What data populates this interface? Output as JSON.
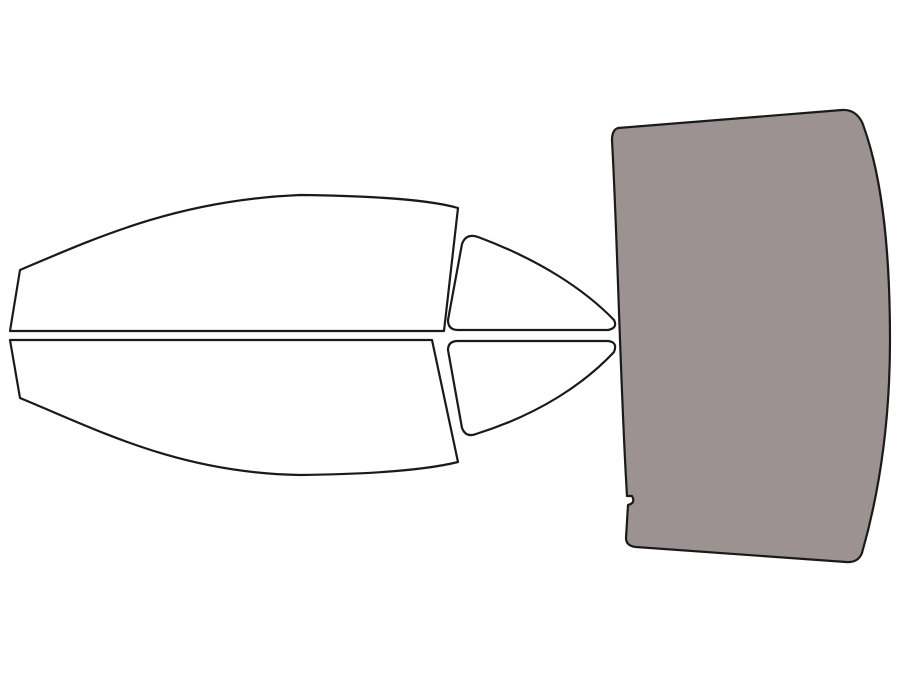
{
  "diagram": {
    "colors": {
      "background": "#ffffff",
      "outline": "#1a1a1a",
      "untinted": "#ffffff",
      "tinted": "#9c9291"
    },
    "panes": [
      {
        "name": "front-door-window-upper",
        "shaded": false
      },
      {
        "name": "front-door-window-lower",
        "shaded": false
      },
      {
        "name": "rear-quarter-window-upper",
        "shaded": false
      },
      {
        "name": "rear-quarter-window-lower",
        "shaded": false
      },
      {
        "name": "rear-windshield",
        "shaded": true
      }
    ]
  }
}
